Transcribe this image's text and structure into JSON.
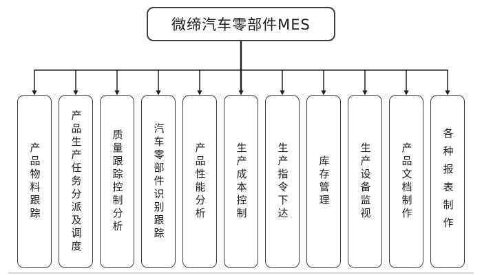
{
  "diagram": {
    "root": {
      "label": "微缔汽车零部件MES"
    },
    "children": [
      {
        "label": "产品物料跟踪"
      },
      {
        "label": "产品生产任务分派及调度"
      },
      {
        "label": "质量跟踪控制分析"
      },
      {
        "label": "汽车零部件识别跟踪"
      },
      {
        "label": "产品性能分析"
      },
      {
        "label": "生产成本控制"
      },
      {
        "label": "生产指令下达"
      },
      {
        "label": "库存管理"
      },
      {
        "label": "生产设备监视"
      },
      {
        "label": "产品文档制作"
      },
      {
        "label": "各种报表制作"
      }
    ]
  },
  "colors": {
    "line": "#1f1f1f",
    "box_border": "#3d3d3d",
    "text": "#1a1a1a",
    "background": "#ffffff",
    "edge": "#d9d9d9"
  }
}
